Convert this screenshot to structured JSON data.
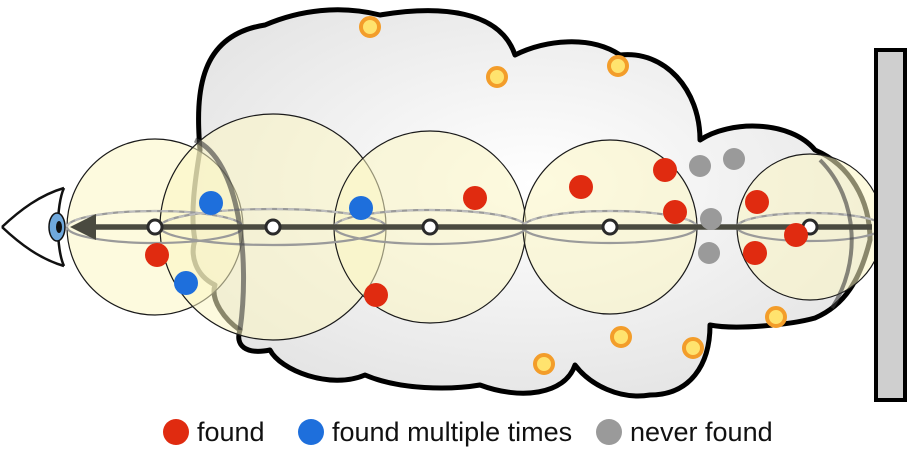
{
  "legend": {
    "found": {
      "label": "found",
      "color": "#e02b10"
    },
    "found_multiple": {
      "label": "found multiple times",
      "color": "#1e6fdc"
    },
    "never_found": {
      "label": "never found",
      "color": "#9a9a9a"
    }
  },
  "colors": {
    "cloud_fill": "#eeeeee",
    "sphere_fill": "#fbf6c2",
    "ray": "#4a4a40",
    "sample_marker_fill": "#ffe36e",
    "sample_marker_ring": "#f39d2a",
    "screen_fill": "#cfcfcf"
  },
  "icons": [
    "eye-icon",
    "screen-plane"
  ]
}
